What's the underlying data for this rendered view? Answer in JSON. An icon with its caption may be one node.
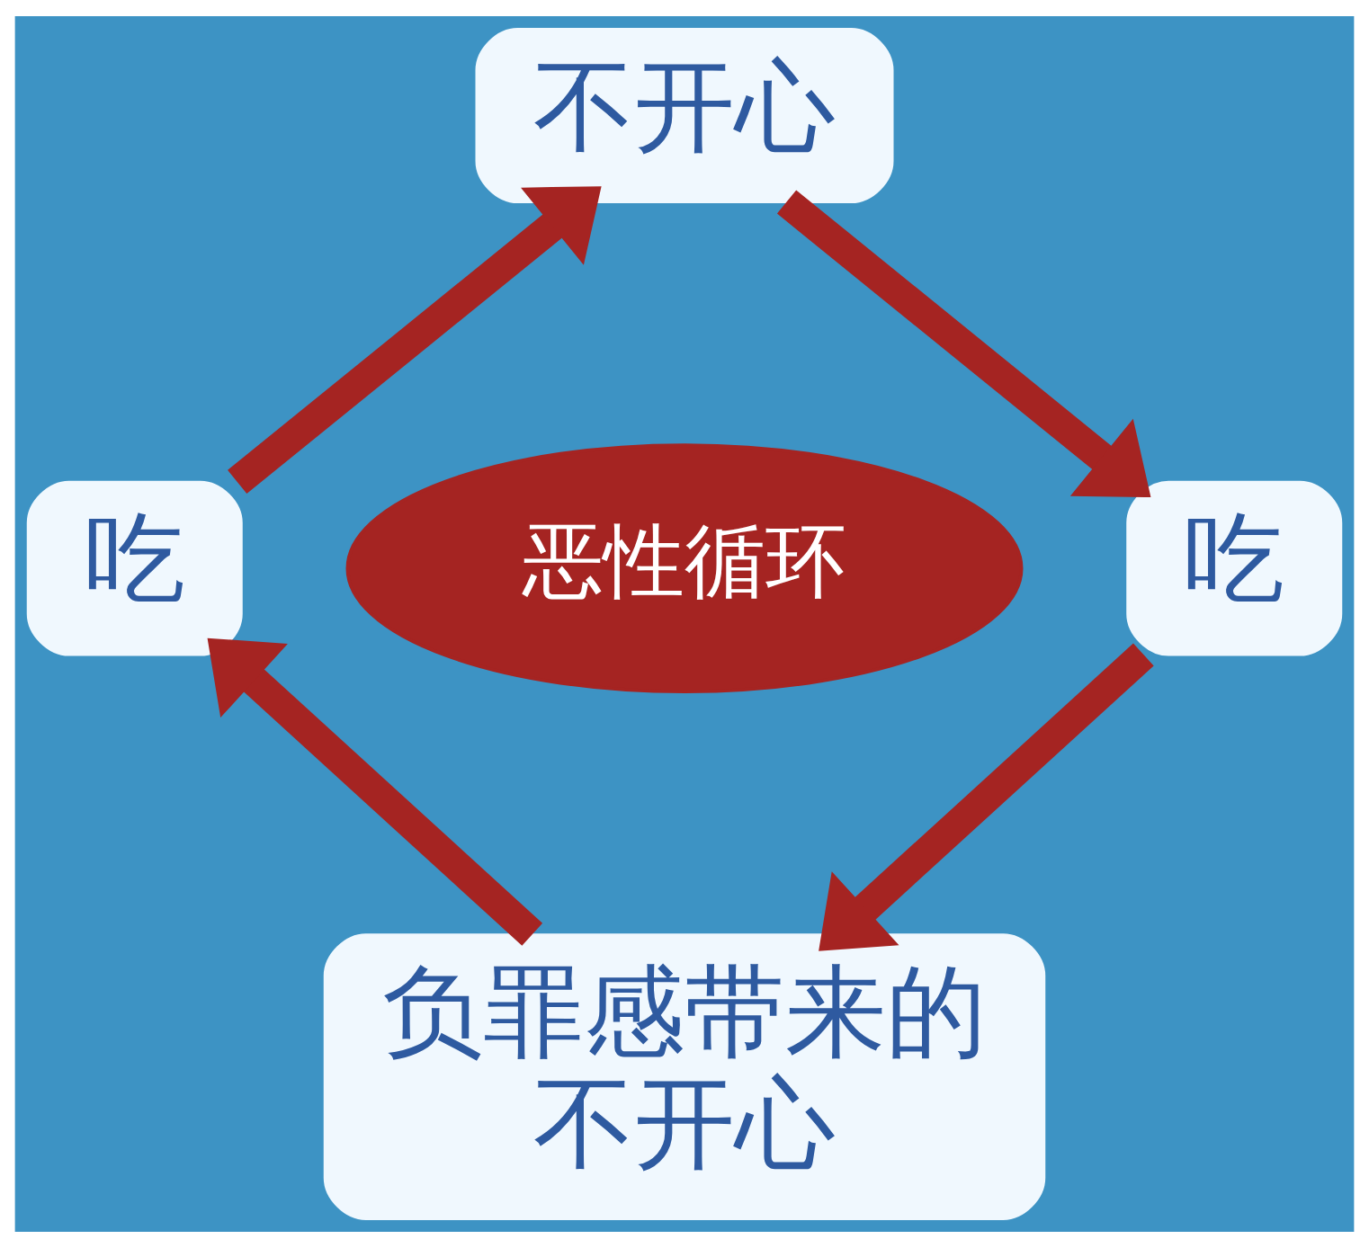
{
  "diagram": {
    "nodes": [
      {
        "text": [
          "不开心"
        ]
      },
      {
        "text": [
          "吃"
        ]
      },
      {
        "text": [
          "恶性循环"
        ]
      },
      {
        "text": [
          "吃"
        ]
      },
      {
        "text": [
          "负罪感带来的不开心"
        ]
      }
    ],
    "edges": [
      {
        "from": 0,
        "to": 3,
        "arrow": "to"
      },
      {
        "from": 3,
        "to": 4,
        "arrow": "to"
      },
      {
        "from": 4,
        "to": 1,
        "arrow": "to"
      },
      {
        "from": 1,
        "to": 0,
        "arrow": "to"
      }
    ]
  }
}
